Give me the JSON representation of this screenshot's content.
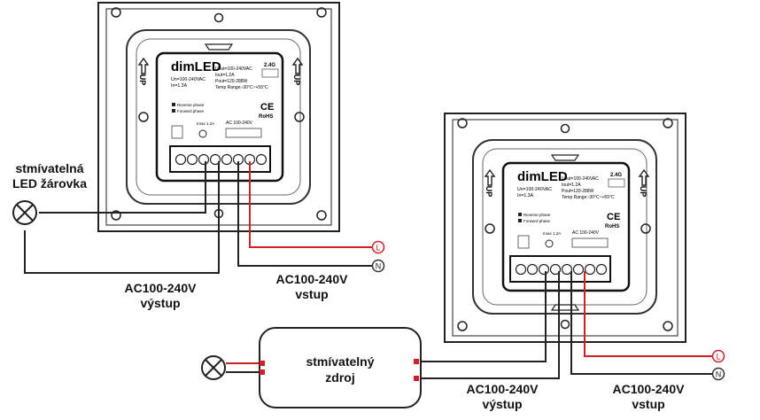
{
  "labels": {
    "bulb_left": [
      "stmívatelná",
      "LED žárovka"
    ],
    "out_left": [
      "AC100-240V",
      "výstup"
    ],
    "in_left": [
      "AC100-240V",
      "vstup"
    ],
    "driver": [
      "stmívatelný",
      "zdroj"
    ],
    "out_right": [
      "AC100-240V",
      "výstup"
    ],
    "in_right": [
      "AC100-240V",
      "vstup"
    ],
    "terminal_L": "L",
    "terminal_N": "N"
  },
  "device": {
    "brand": "dimLED",
    "spec_left": [
      "Un=100-240VAC",
      "In=1.3A"
    ],
    "spec_right": [
      "Uout=100-240VAC",
      "Iout=1.2A",
      "Pout=120-288W",
      "Temp Range:-30°C~+55°C"
    ],
    "freq": "2.4G",
    "ce": "CE",
    "rohs": "RoHS",
    "phase": [
      "Reverse phase",
      "Forward phase"
    ],
    "ac_range": "AC 100-240V",
    "fuse": "Imax 1.2A",
    "up": "UP"
  },
  "colors": {
    "line_wire": "#d0202a",
    "neutral_wire": "#333333",
    "device": "#222222"
  }
}
